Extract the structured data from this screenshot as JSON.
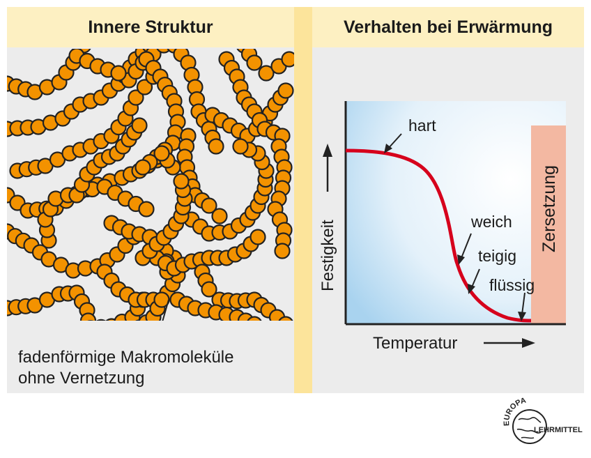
{
  "left": {
    "title": "Innere Struktur",
    "caption_line1": "fadenförmige Makromoleküle",
    "caption_line2": "ohne Vernetzung"
  },
  "right": {
    "title": "Verhalten bei Erwärmung",
    "ylabel": "Festigkeit",
    "xlabel": "Temperatur",
    "zone_label": "Zersetzung",
    "states": [
      "hart",
      "weich",
      "teigig",
      "flüssig"
    ]
  },
  "logo": {
    "line1": "EUROPA",
    "line2": "LEHRMITTEL"
  },
  "colors": {
    "bead": "#f39200",
    "bead_outline": "#222222",
    "curve": "#d6001c",
    "zone": "#f3b8a2",
    "header": "#fdf0c2",
    "separator": "#fce49b"
  }
}
